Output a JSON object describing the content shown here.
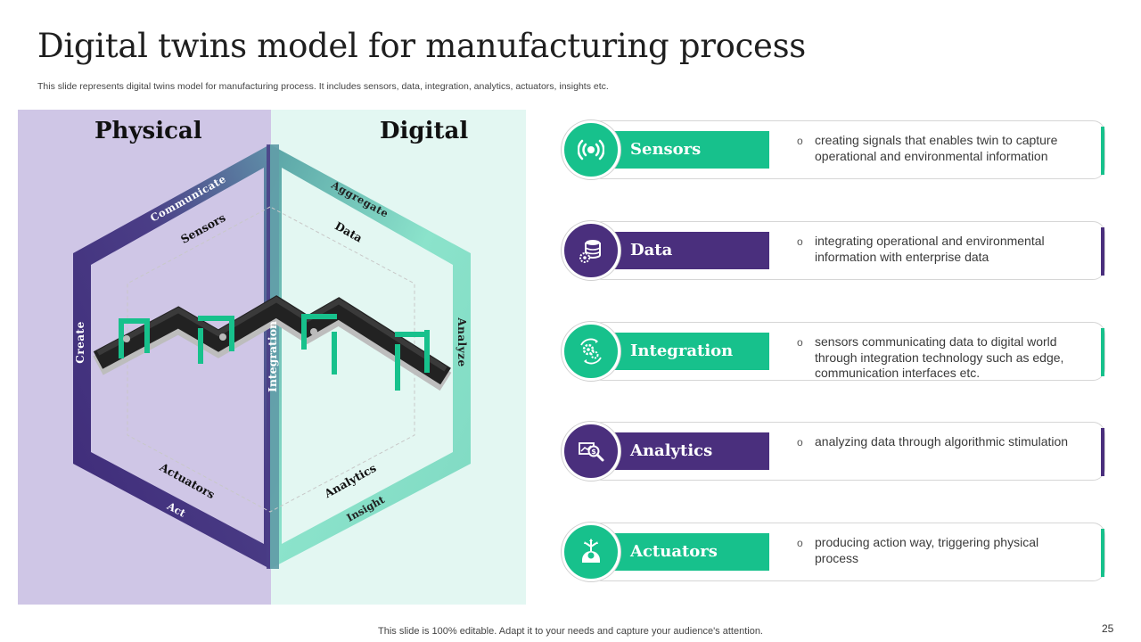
{
  "slide": {
    "title": "Digital twins model for manufacturing process",
    "subtitle": "This slide represents digital twins model for manufacturing process. It includes sensors, data, integration, analytics, actuators, insights etc.",
    "footer": "This slide is 100% editable. Adapt it to your needs and capture your audience's attention.",
    "page_number": "25"
  },
  "diagram": {
    "physical_heading": "Physical",
    "digital_heading": "Digital",
    "ring_labels": {
      "communicate": "Communicate",
      "create": "Create",
      "act": "Act",
      "aggregate": "Aggregate",
      "analyze": "Analyze",
      "insight": "Insight",
      "integration": "Integration"
    },
    "inner_labels": {
      "sensors": "Sensors",
      "actuators": "Actuators",
      "data": "Data",
      "analytics": "Analytics"
    },
    "colors": {
      "physical_panel": "#cfc6e6",
      "digital_panel": "#e3f7f2",
      "purple_ring": "#4a3a82",
      "teal_ring": "#6fd6bc",
      "conveyor": "#222222",
      "machine": "#17c18c"
    }
  },
  "cards": [
    {
      "label": "Sensors",
      "description": "creating signals that enables twin to capture operational and environmental information",
      "icon": "sensor-signal-icon",
      "color": "#17c18c"
    },
    {
      "label": "Data",
      "description": "integrating operational and environmental information with enterprise data",
      "icon": "database-gear-icon",
      "color": "#4a2f7d"
    },
    {
      "label": "Integration",
      "description": "sensors communicating data to digital world through integration technology such as edge, communication interfaces etc.",
      "icon": "gears-cycle-icon",
      "color": "#17c18c"
    },
    {
      "label": "Analytics",
      "description": "analyzing data through algorithmic stimulation",
      "icon": "analytics-magnifier-icon",
      "color": "#4a2f7d"
    },
    {
      "label": "Actuators",
      "description": "producing action way, triggering physical process",
      "icon": "hand-arrows-icon",
      "color": "#17c18c"
    }
  ]
}
